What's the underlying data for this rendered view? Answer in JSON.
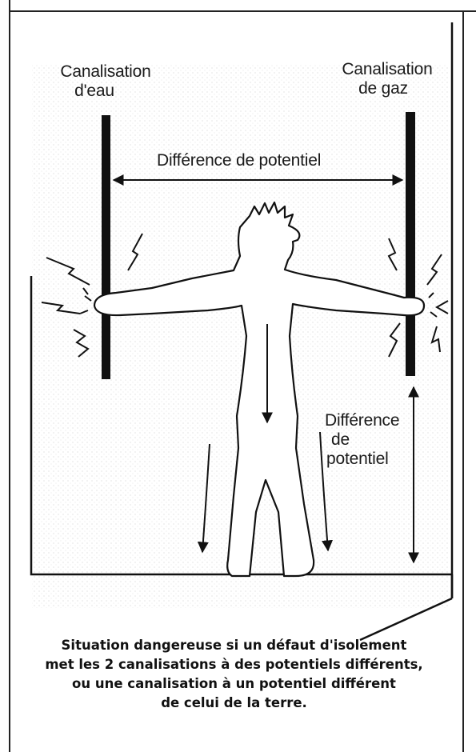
{
  "labels": {
    "water_pipe": [
      "Canalisation",
      "d'eau"
    ],
    "gas_pipe": [
      "Canalisation",
      "de gaz"
    ],
    "potential_difference_top": "Différence de potentiel",
    "potential_difference_side": [
      "Différence",
      "de",
      "potentiel"
    ]
  },
  "caption": [
    "Situation dangereuse si un défaut d'isolement",
    "met les 2 canalisations à des potentiels différents,",
    "ou une canalisation à un potentiel différent",
    "de celui de la terre."
  ],
  "colors": {
    "ink": "#111111",
    "background": "#ffffff",
    "speckle": "#d9d9d9"
  }
}
